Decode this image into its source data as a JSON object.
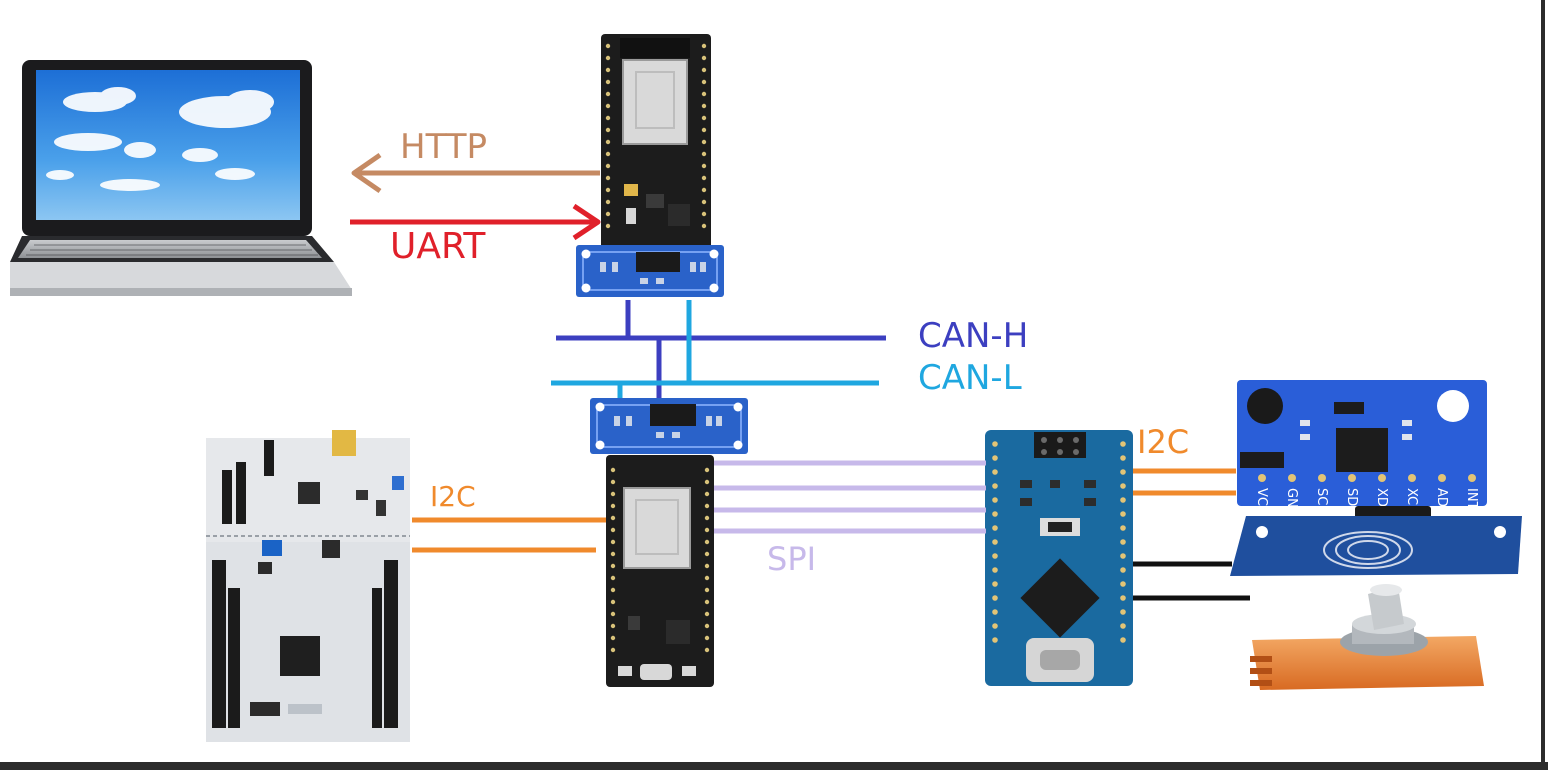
{
  "labels": {
    "http": "HTTP",
    "uart": "UART",
    "can_h": "CAN-H",
    "can_l": "CAN-L",
    "i2c_left": "I2C",
    "i2c_right": "I2C",
    "spi": "SPI"
  },
  "sensor_pins": [
    "VCC",
    "GND",
    "SCL",
    "SDA",
    "XDA",
    "XCL",
    "ADO",
    "INT"
  ],
  "colors": {
    "http": "#c58a63",
    "uart": "#e0202a",
    "can_h": "#3c3fc0",
    "can_l": "#1fa7e0",
    "i2c": "#f08a2c",
    "spi": "#c7b9ea",
    "wire_black": "#111111",
    "board_black": "#1c1c1c",
    "transceiver_blue": "#2a62c9",
    "nano_blue": "#1a6aa0",
    "nucleo_white": "#e3e6ea",
    "encoder_orange": "#ee8a3c"
  },
  "icons": [
    "laptop-icon",
    "esp32-board-icon",
    "can-transceiver-icon",
    "nucleo-board-icon",
    "arduino-nano-icon",
    "mpu6050-sensor-icon",
    "rfid-reader-icon",
    "rotary-encoder-icon"
  ]
}
